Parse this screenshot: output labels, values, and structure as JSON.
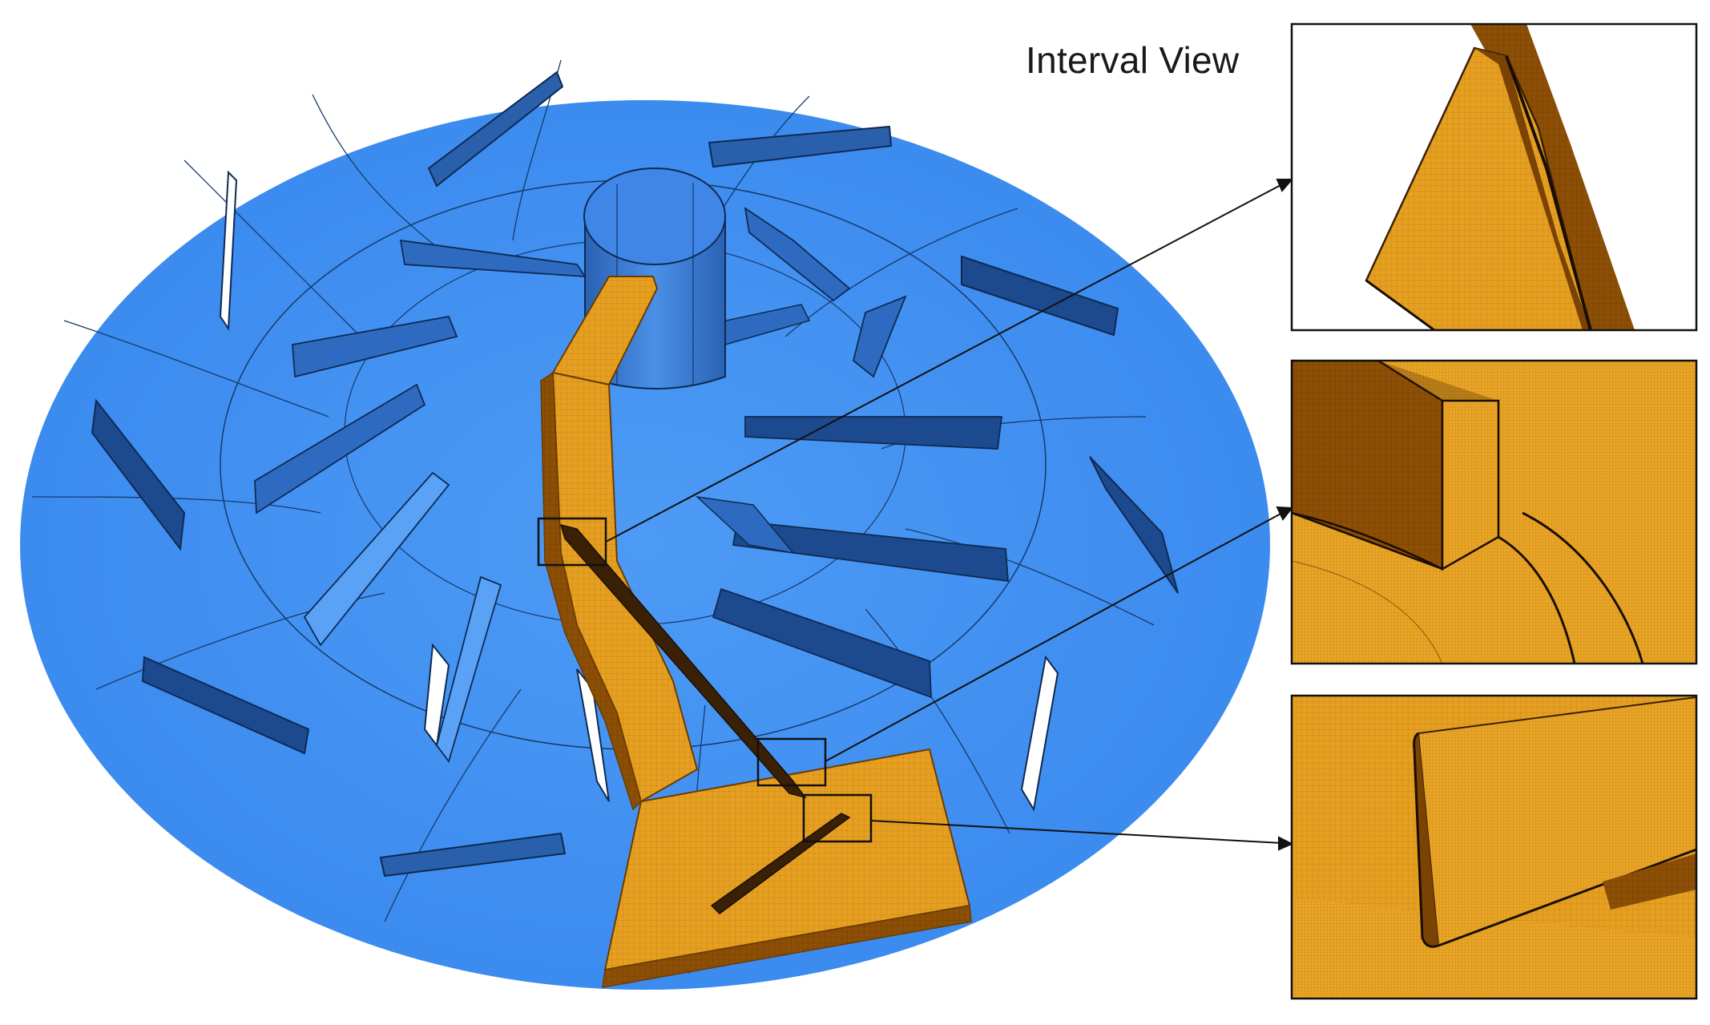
{
  "title": "Interval View",
  "colors": {
    "fluid_domain": "#3d8df0",
    "blade_dark": "#1f4d92",
    "blade_mid": "#2e6bc0",
    "blade_light": "#5aa2f5",
    "mesh_orange": "#e39a18",
    "mesh_dark": "#9a5a06",
    "outline": "#111111"
  },
  "components": {
    "main_view": "impeller-and-diffuser-assembly",
    "highlighted_passage": "meshed-blade-passage",
    "zoom_regions": [
      "leading-edge-zoom",
      "trailing-edge-zoom",
      "diffuser-vane-zoom"
    ]
  }
}
